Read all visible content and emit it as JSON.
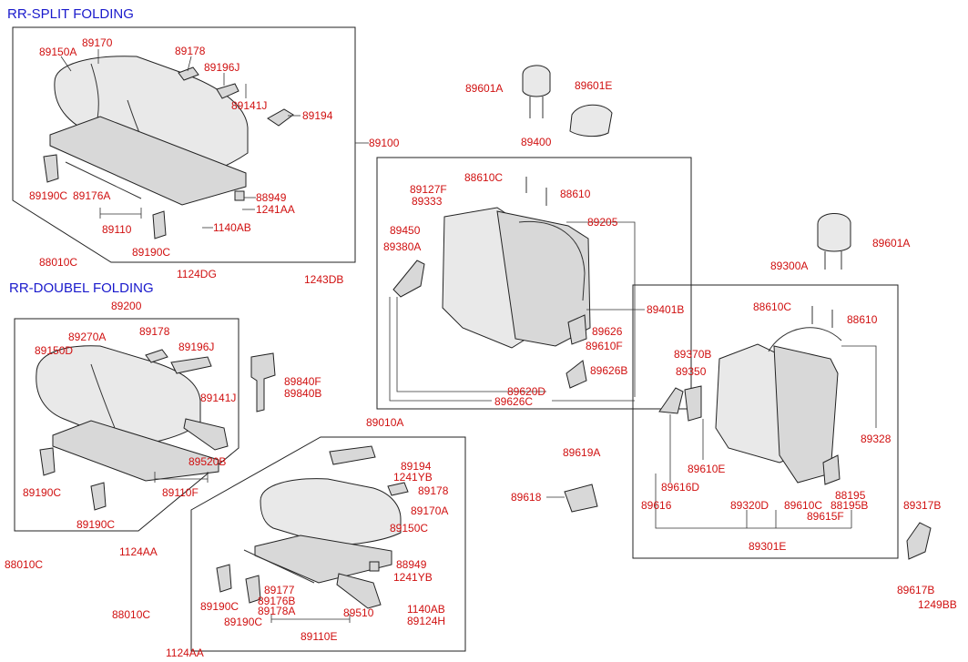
{
  "titles": {
    "split": "RR-SPLIT FOLDING",
    "double": "RR-DOUBEL FOLDING"
  },
  "labels": {
    "p89150A": "89150A",
    "p89170": "89170",
    "p89178_a": "89178",
    "p89196J_a": "89196J",
    "p89141J_a": "89141J",
    "p89194_a": "89194",
    "p89100": "89100",
    "p89190C_a": "89190C",
    "p89176A": "89176A",
    "p89110": "89110",
    "p89190C_b": "89190C",
    "p88949_a": "88949",
    "p1241AA": "1241AA",
    "p1140AB_a": "1140AB",
    "p88010C_a": "88010C",
    "p1124DG": "1124DG",
    "p89200": "89200",
    "p89270A": "89270A",
    "p89178_b": "89178",
    "p89150D": "89150D",
    "p89196J_b": "89196J",
    "p89141J_b": "89141J",
    "p89520B": "89520B",
    "p89190C_c": "89190C",
    "p89110F": "89110F",
    "p89190C_d": "89190C",
    "p88010C_b": "88010C",
    "p1124AA_a": "1124AA",
    "p89840F": "89840F",
    "p89840B": "89840B",
    "p89010A": "89010A",
    "p89194_b": "89194",
    "p1241YB_a": "1241YB",
    "p89178_c": "89178",
    "p89170A": "89170A",
    "p89150C": "89150C",
    "p88949_b": "88949",
    "p1241YB_b": "1241YB",
    "p89177": "89177",
    "p89176B": "89176B",
    "p89178A": "89178A",
    "p89190C_e": "89190C",
    "p89190C_f": "89190C",
    "p89510": "89510",
    "p1140AB_b": "1140AB",
    "p89124H": "89124H",
    "p89110E": "89110E",
    "p88010C_c": "88010C",
    "p1124AA_b": "1124AA",
    "p89601A_a": "89601A",
    "p89601E": "89601E",
    "p89400": "89400",
    "p88610C_a": "88610C",
    "p89127F": "89127F",
    "p89333": "89333",
    "p88610_a": "88610",
    "p89450": "89450",
    "p89205": "89205",
    "p89380A": "89380A",
    "p1243DB": "1243DB",
    "p89401B": "89401B",
    "p89626": "89626",
    "p89610F": "89610F",
    "p89626B": "89626B",
    "p89620D": "89620D",
    "p89626C": "89626C",
    "p89601A_b": "89601A",
    "p89300A": "89300A",
    "p88610C_b": "88610C",
    "p88610_b": "88610",
    "p89370B": "89370B",
    "p89350": "89350",
    "p89328": "89328",
    "p89610E": "89610E",
    "p89616D": "89616D",
    "p89616": "89616",
    "p89320D": "89320D",
    "p89610C": "89610C",
    "p88195": "88195",
    "p88195B": "88195B",
    "p89615F": "89615F",
    "p89301E": "89301E",
    "p89619A": "89619A",
    "p89618": "89618",
    "p89317B": "89317B",
    "p89617B": "89617B",
    "p1249BB": "1249BB"
  },
  "colors": {
    "label": "#d01010",
    "title": "#1a1acc",
    "line": "#222222"
  }
}
